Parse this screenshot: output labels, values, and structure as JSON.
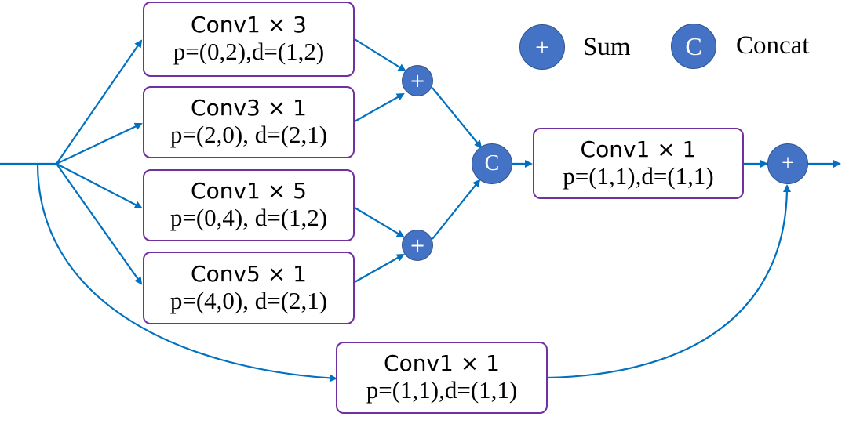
{
  "colors": {
    "arrow": "#0070C0",
    "box_border": "#7030A0",
    "node_fill": "#4472C4",
    "node_text": "#FFFFFF"
  },
  "blocks": {
    "conv1x3": {
      "title": "Conv1 × 3",
      "params": "p=(0,2),d=(1,2)"
    },
    "conv3x1": {
      "title": "Conv3 × 1",
      "params": "p=(2,0), d=(2,1)"
    },
    "conv1x5": {
      "title": "Conv1 × 5",
      "params": "p=(0,4), d=(1,2)"
    },
    "conv5x1": {
      "title": "Conv5 × 1",
      "params": "p=(4,0), d=(2,1)"
    },
    "conv1x1_merge": {
      "title": "Conv1 × 1",
      "params": "p=(1,1),d=(1,1)"
    },
    "conv1x1_skip": {
      "title": "Conv1 × 1",
      "params": "p=(1,1),d=(1,1)"
    }
  },
  "nodes": {
    "sum_top": "+",
    "sum_bottom": "+",
    "concat": "C",
    "sum_out": "+"
  },
  "legend": {
    "sum_symbol": "+",
    "sum_label": "Sum",
    "concat_symbol": "C",
    "concat_label": "Concat"
  }
}
